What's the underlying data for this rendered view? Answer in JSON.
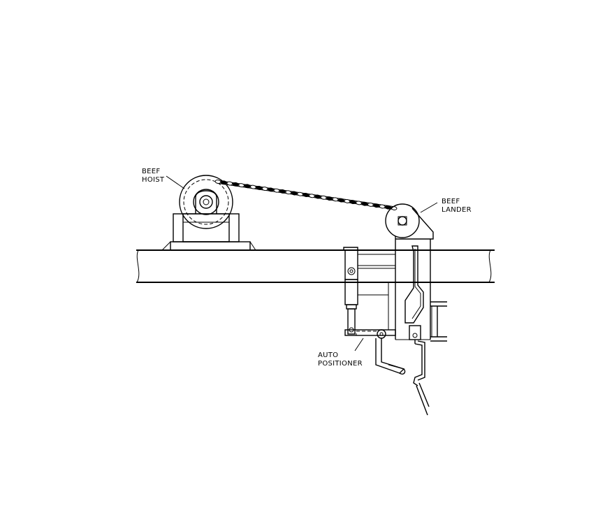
{
  "labels": {
    "hoist": [
      "BEEF",
      "HOIST"
    ],
    "lander": [
      "BEEF",
      "LANDER"
    ],
    "positioner": [
      "AUTO",
      "POSITIONER"
    ]
  },
  "colors": {
    "line": "#000000",
    "background": "#ffffff"
  }
}
